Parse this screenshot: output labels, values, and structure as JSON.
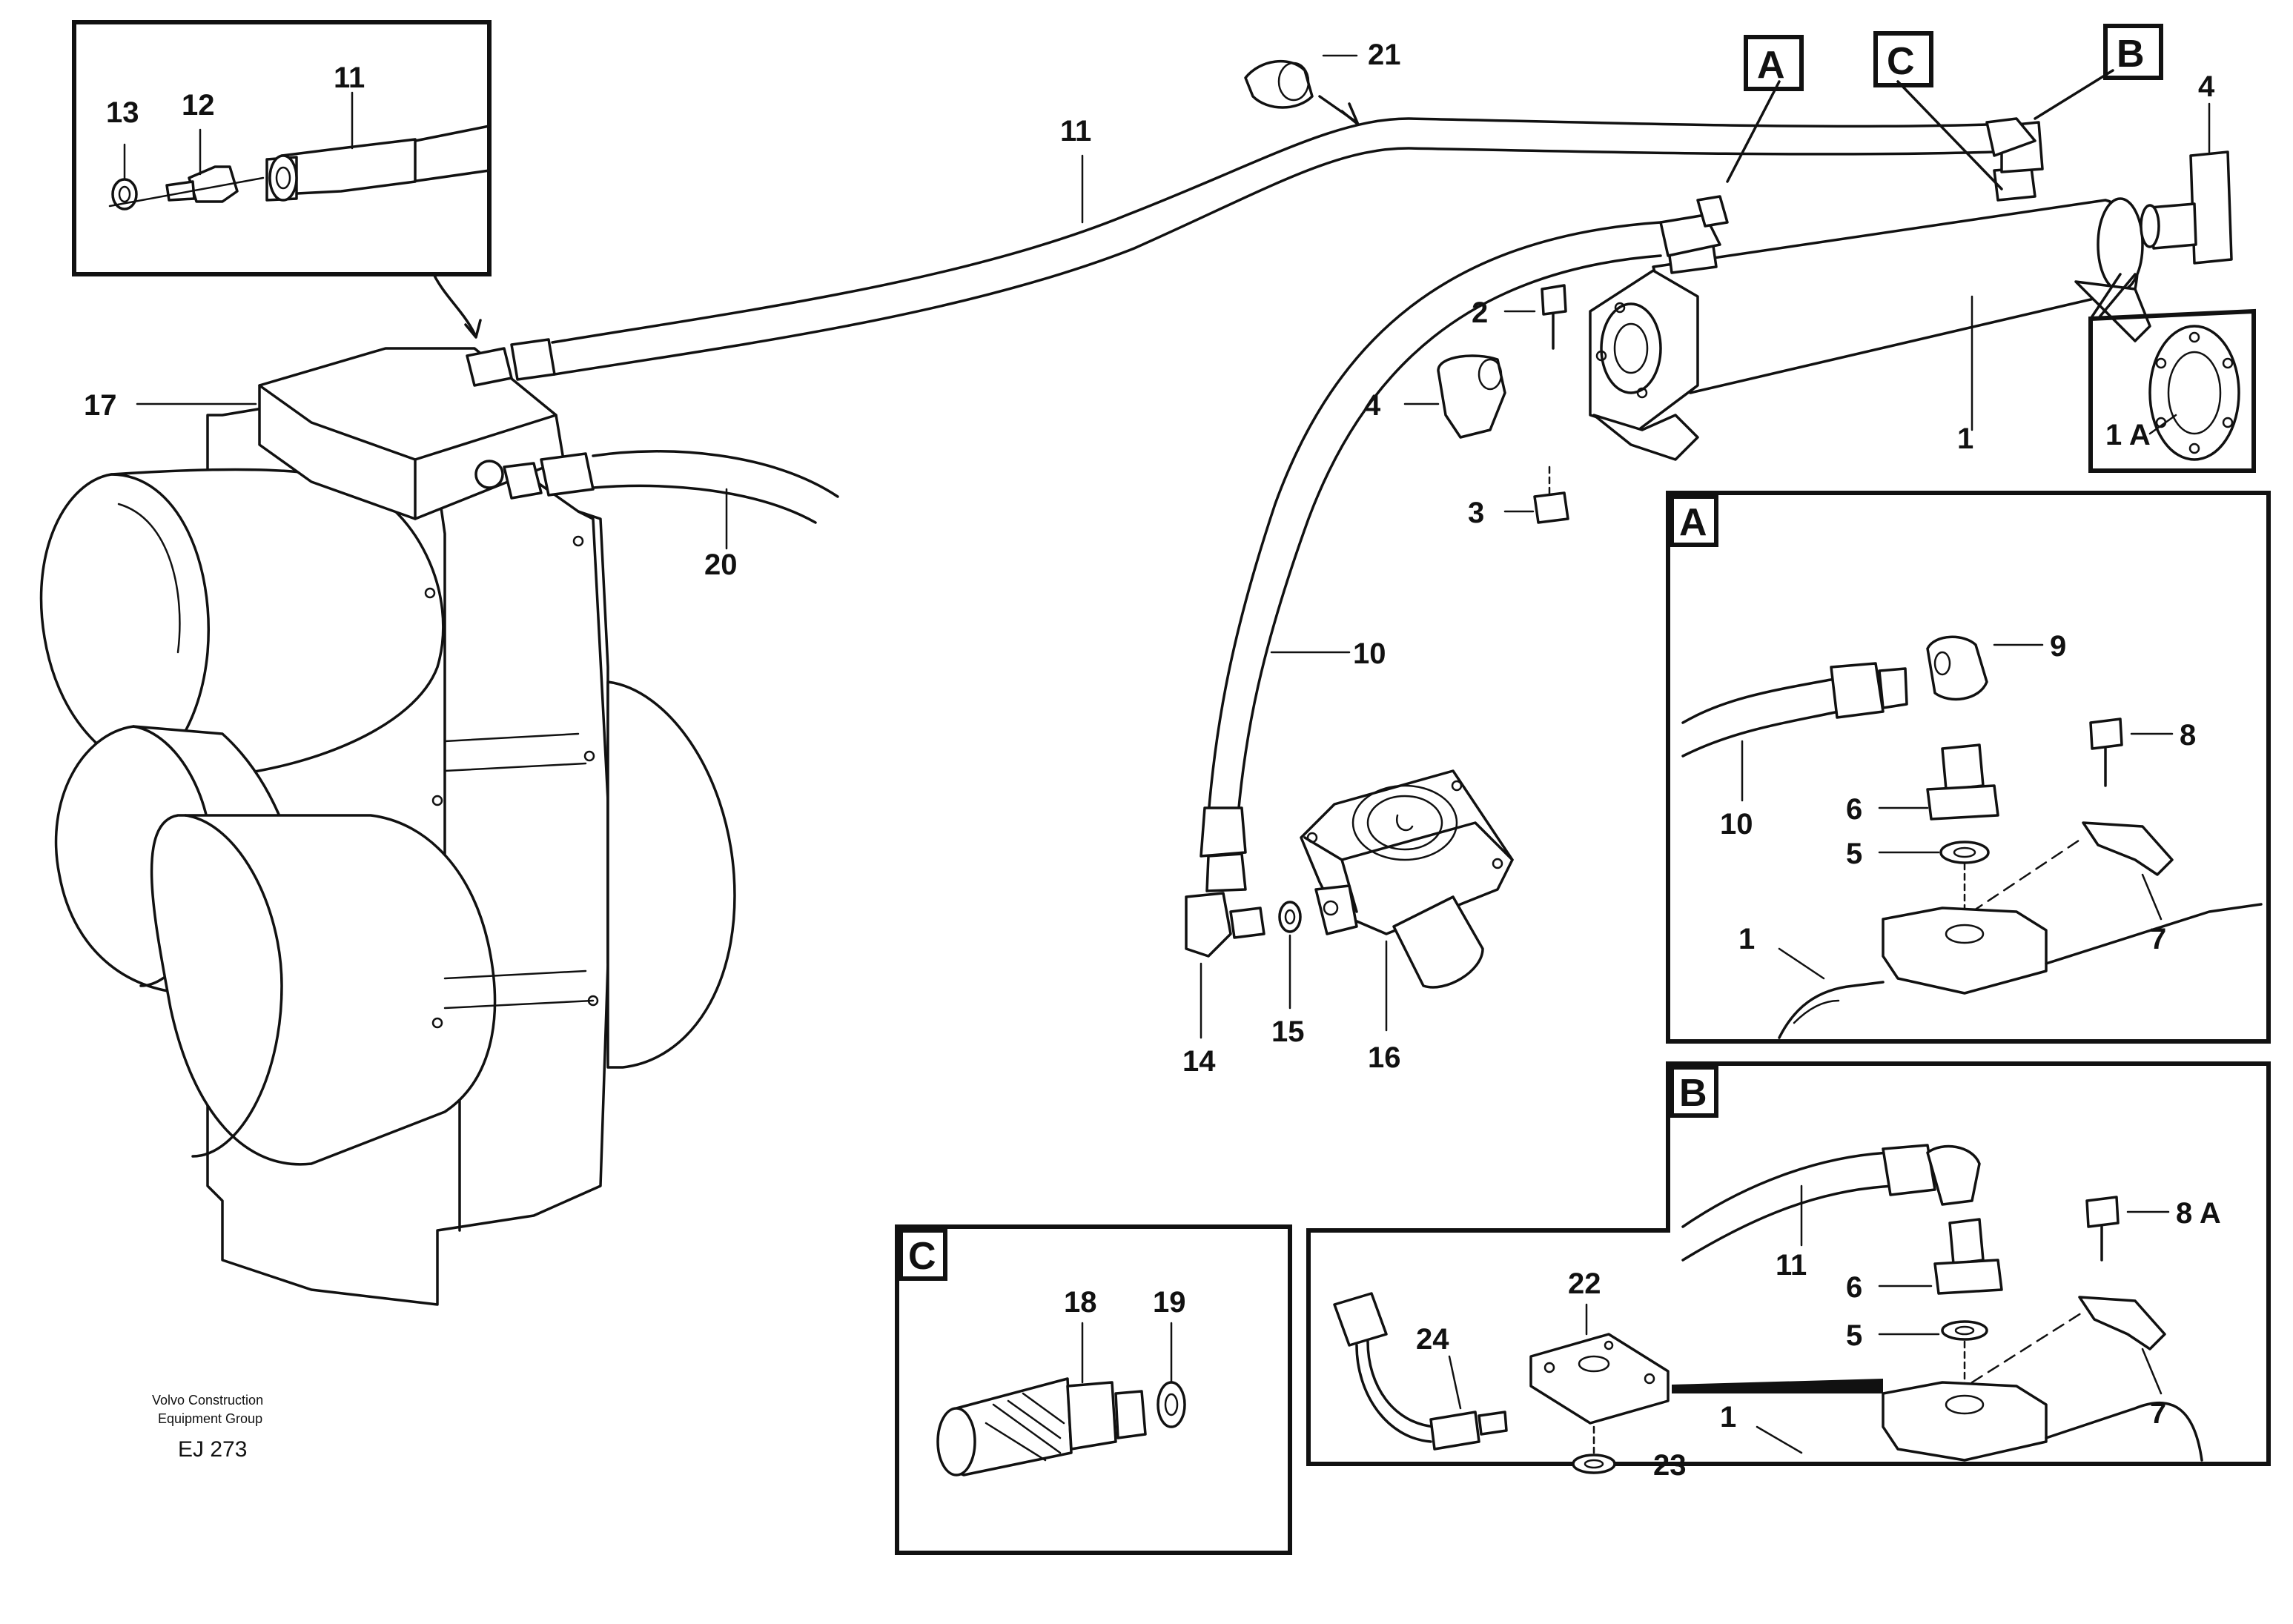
{
  "labels": {
    "p1": "1",
    "p1a": "1 A",
    "p2": "2",
    "p3": "3",
    "p4": "4",
    "p4b": "4",
    "p5": "5",
    "p5b": "5",
    "p6": "6",
    "p6b": "6",
    "p7": "7",
    "p7b": "7",
    "p8": "8",
    "p8a": "8 A",
    "p9": "9",
    "p10": "10",
    "p10b": "10",
    "p11": "11",
    "p11b": "11",
    "p11c": "11",
    "p12": "12",
    "p13": "13",
    "p14": "14",
    "p15": "15",
    "p16": "16",
    "p17": "17",
    "p18": "18",
    "p19": "19",
    "p20": "20",
    "p21": "21",
    "p22": "22",
    "p23": "23",
    "p24": "24",
    "p1b": "1",
    "p1c": "1"
  },
  "callouts": {
    "a": "A",
    "b": "B",
    "c": "C",
    "detail_a": "A",
    "detail_b": "B",
    "detail_c": "C"
  },
  "footer": {
    "company_line1": "Volvo Construction",
    "company_line2": "Equipment Group",
    "code": "EJ 273"
  }
}
